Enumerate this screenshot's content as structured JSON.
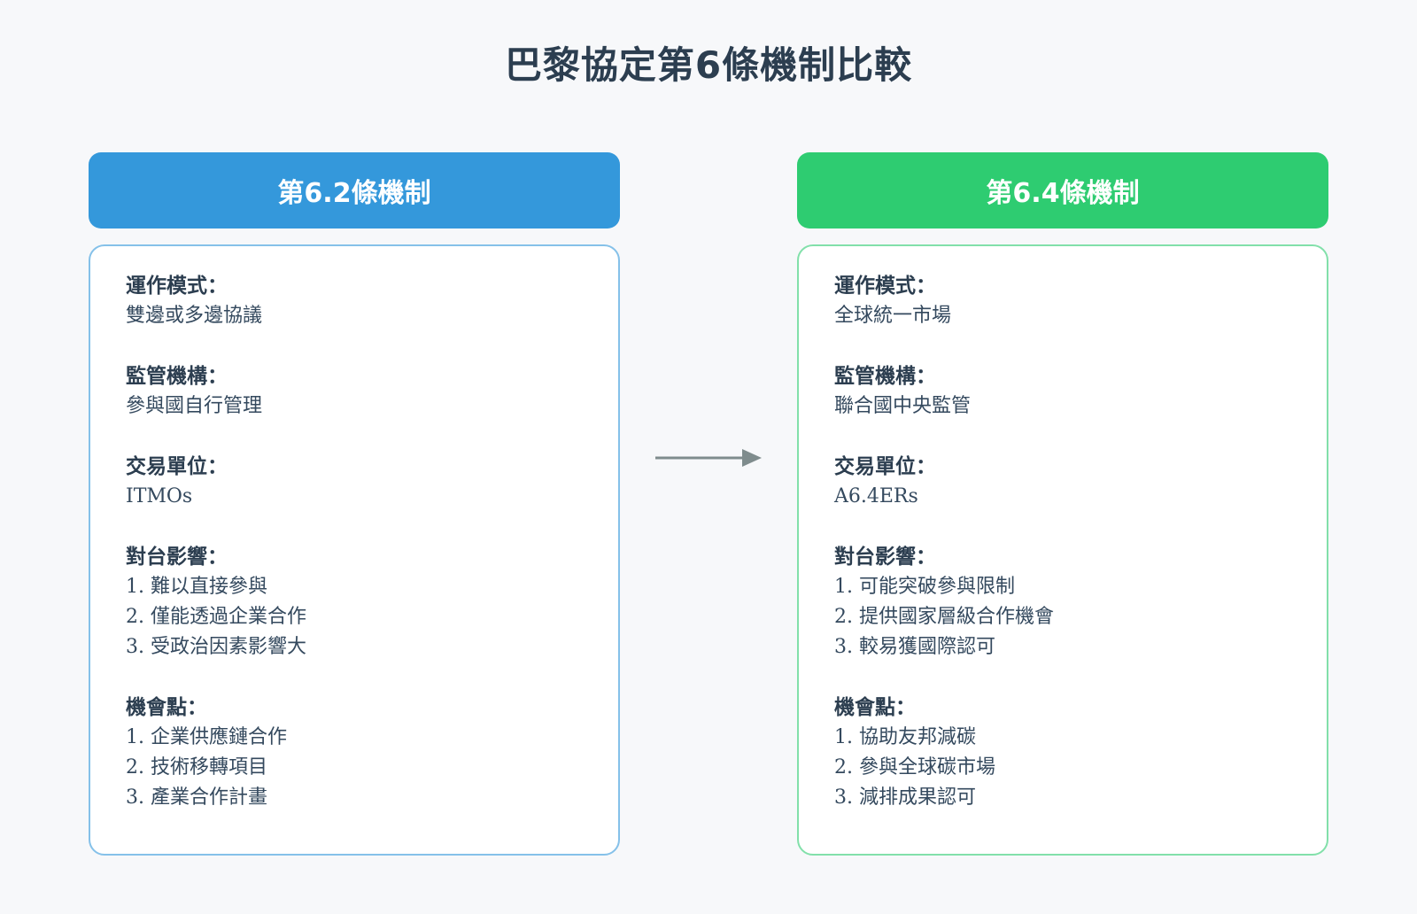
{
  "title": "巴黎協定第6條機制比較",
  "colors": {
    "left_accent": "#3498db",
    "left_border": "#85c1e9",
    "right_accent": "#2ecc71",
    "right_border": "#82e0aa",
    "arrow": "#7f8c8d"
  },
  "left": {
    "header": "第6.2條機制",
    "operation_label": "運作模式：",
    "operation_value": "雙邊或多邊協議",
    "regulator_label": "監管機構：",
    "regulator_value": "參與國自行管理",
    "unit_label": "交易單位：",
    "unit_value": "ITMOs",
    "impact_label": "對台影響：",
    "impact_items": [
      "1. 難以直接參與",
      "2. 僅能透過企業合作",
      "3. 受政治因素影響大"
    ],
    "opportunity_label": "機會點：",
    "opportunity_items": [
      "1. 企業供應鏈合作",
      "2. 技術移轉項目",
      "3. 產業合作計畫"
    ]
  },
  "right": {
    "header": "第6.4條機制",
    "operation_label": "運作模式：",
    "operation_value": "全球統一市場",
    "regulator_label": "監管機構：",
    "regulator_value": "聯合國中央監管",
    "unit_label": "交易單位：",
    "unit_value": "A6.4ERs",
    "impact_label": "對台影響：",
    "impact_items": [
      "1. 可能突破參與限制",
      "2. 提供國家層級合作機會",
      "3. 較易獲國際認可"
    ],
    "opportunity_label": "機會點：",
    "opportunity_items": [
      "1. 協助友邦減碳",
      "2. 參與全球碳市場",
      "3. 減排成果認可"
    ]
  }
}
